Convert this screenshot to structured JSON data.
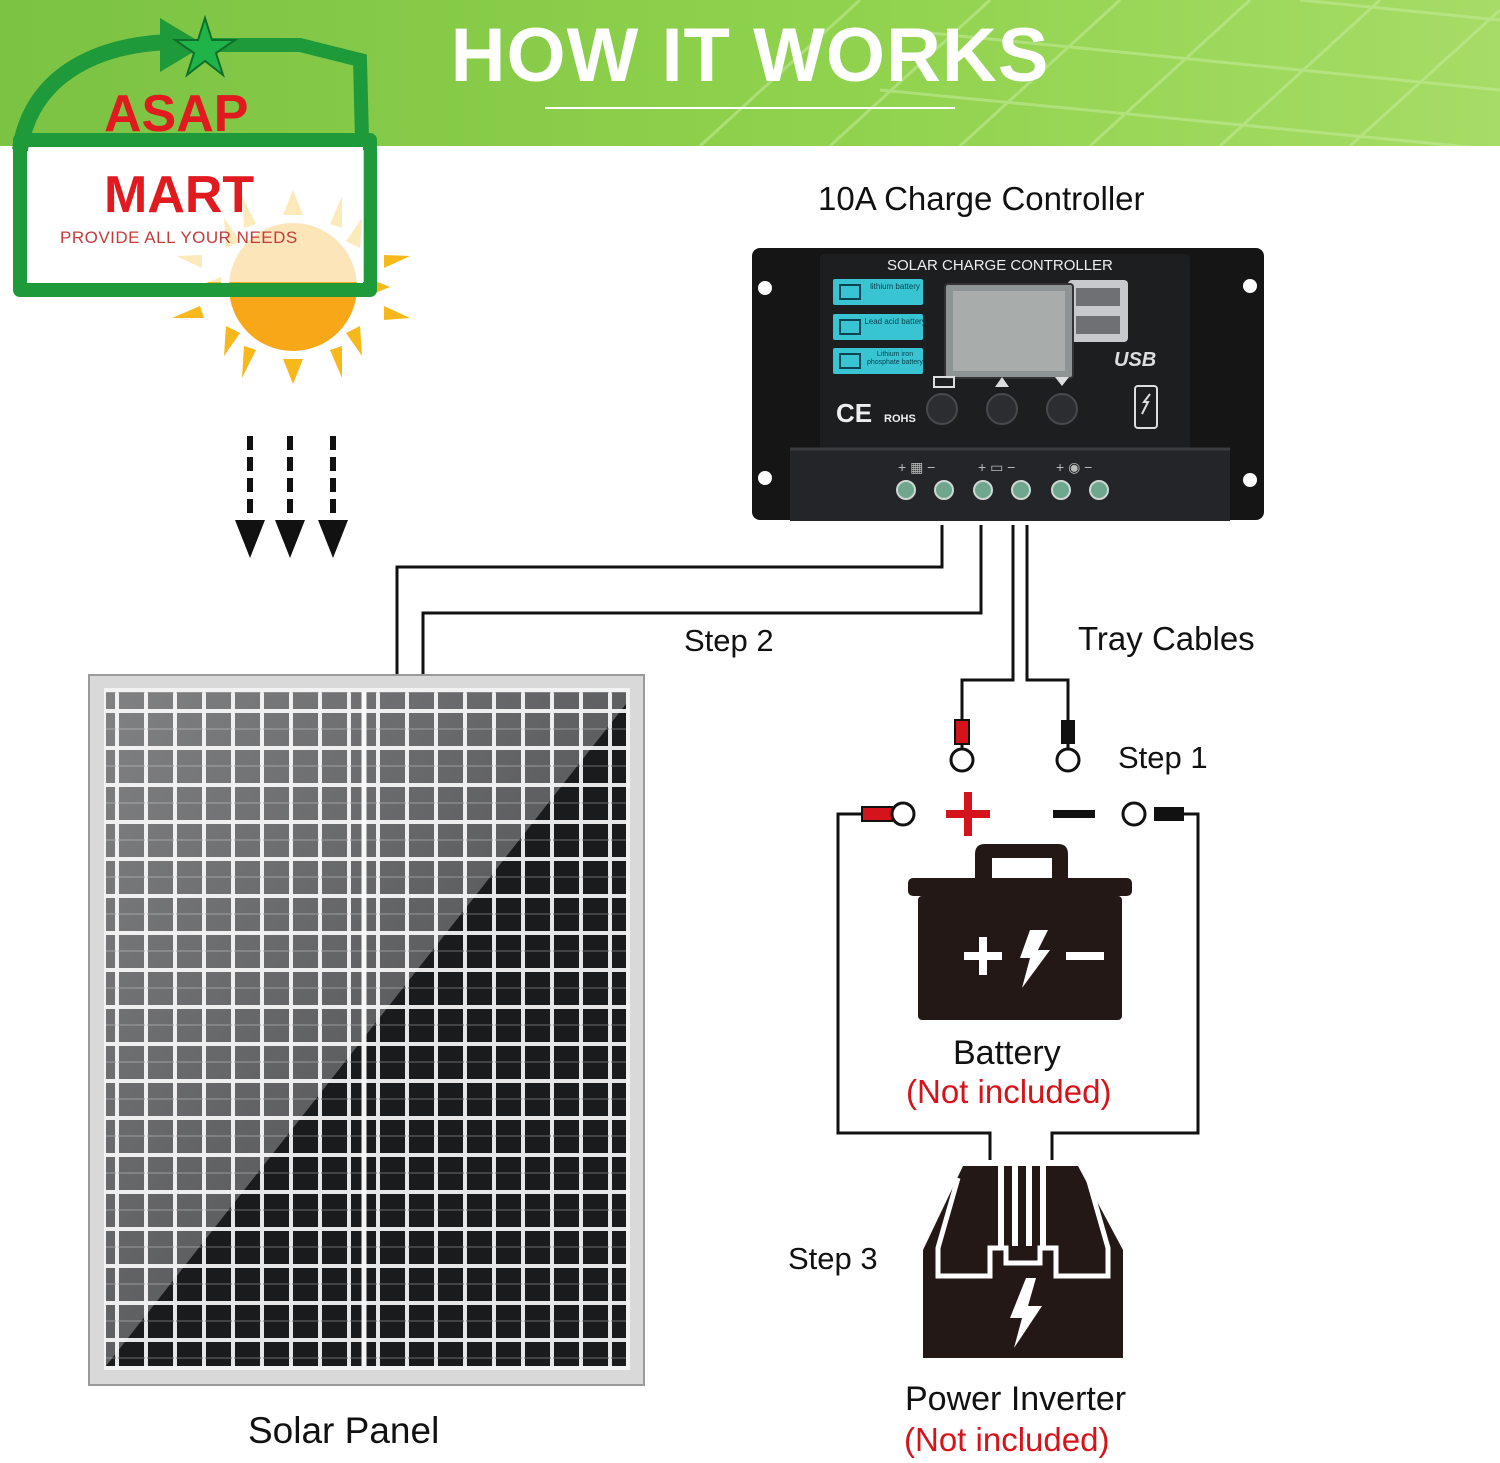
{
  "header": {
    "title": "HOW IT WORKS"
  },
  "logo": {
    "line1": "ASAP",
    "line2": "MART",
    "tagline": "PROVIDE ALL YOUR NEEDS"
  },
  "controller": {
    "title": "10A Charge Controller",
    "panel_text": "SOLAR CHARGE CONTROLLER",
    "battery_modes": [
      "lithium battery",
      "Lead acid battery",
      "Lithium iron phosphate battery"
    ],
    "usb_label": "USB",
    "cert": "CE",
    "rohs": "ROHS"
  },
  "labels": {
    "step1": "Step 1",
    "step2": "Step 2",
    "step3": "Step 3",
    "tray_cables": "Tray Cables",
    "solar_panel": "Solar Panel",
    "battery": "Battery",
    "battery_note": "(Not included)",
    "inverter": "Power Inverter",
    "inverter_note": "(Not included)"
  },
  "colors": {
    "header_green": "#8fd24d",
    "accent_red": "#d4141a",
    "logo_green": "#1f9a3a",
    "sun_yellow": "#f6b81a"
  }
}
